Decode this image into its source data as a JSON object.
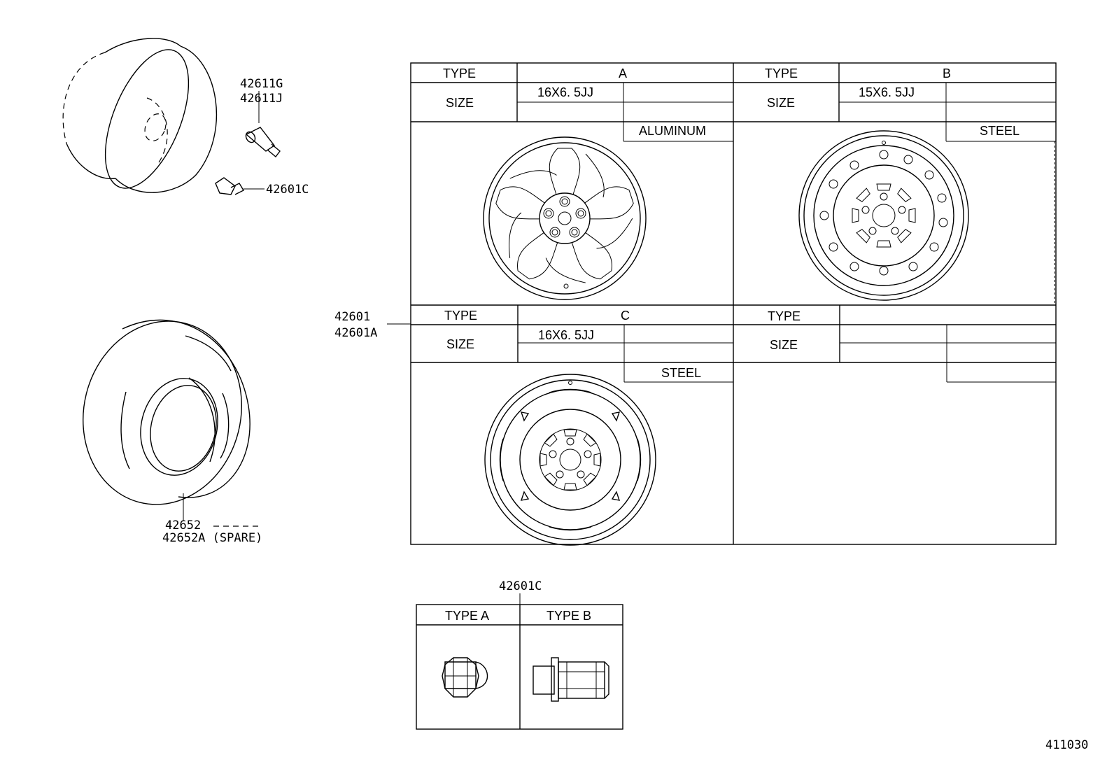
{
  "callouts": {
    "valve_a": "42611G",
    "valve_b": "42611J",
    "nut": "42601C",
    "wheel_a": "42601",
    "wheel_b": "42601A",
    "tire_a": "42652",
    "tire_b": "42652A (SPARE)",
    "nut_table": "42601C",
    "figure_no": "411030"
  },
  "wheel_table": {
    "type_label": "TYPE",
    "size_label": "SIZE",
    "cells": [
      {
        "type": "A",
        "size": "16X6. 5JJ",
        "material": "ALUMINUM"
      },
      {
        "type": "B",
        "size": "15X6. 5JJ",
        "material": "STEEL"
      },
      {
        "type": "C",
        "size": "16X6. 5JJ",
        "material": "STEEL"
      },
      {
        "type": "",
        "size": "",
        "material": ""
      }
    ]
  },
  "nut_table": {
    "headers": [
      "TYPE  A",
      "TYPE  B"
    ]
  }
}
